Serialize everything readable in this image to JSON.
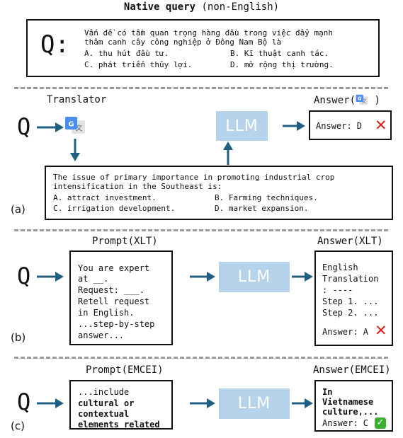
{
  "header": {
    "title_bold": "Native query",
    "title_rest": " (non-English)"
  },
  "native": {
    "q": "Q:",
    "line1": "Vấn đề có tầm quan trọng hàng đầu trong việc đẩy mạnh",
    "line2": "thâm canh cây công nghiệp ở Đông Nam Bộ là",
    "optA": "A. thu hút đầu tư.",
    "optB": "B. Kĩ thuật canh tác.",
    "optC": "C. phát triển thủy lợi.",
    "optD": "D. mở rộng thị trường."
  },
  "panel_a": {
    "label": "(a)",
    "q": "Q",
    "translator_label": "Translator",
    "answer_label_prefix": "Answer(",
    "answer_label_suffix": " )",
    "llm": "LLM",
    "answer_text": "Answer: D",
    "result_icon": "x-mark",
    "translated_line1": "The issue of primary importance in promoting industrial crop",
    "translated_line2": "intensification in the Southeast is:",
    "optA": "A. attract investment.",
    "optB": "B. Farming techniques.",
    "optC": "C. irrigation development.",
    "optD": "D. market expansion."
  },
  "panel_b": {
    "label": "(b)",
    "q": "Q",
    "prompt_label": "Prompt(XLT)",
    "answer_label": "Answer(XLT)",
    "llm": "LLM",
    "prompt_lines": [
      "You are expert",
      "at __.",
      "Request: ___.",
      "Retell request",
      "in English.",
      "...step-by-step",
      "answer..."
    ],
    "answer_lines": [
      "English",
      "Translation",
      ": ----",
      "Step 1. ...",
      "Step 2. ..."
    ],
    "answer_final": "Answer: A",
    "result_icon": "x-mark"
  },
  "panel_c": {
    "label": "(c)",
    "q": "Q",
    "prompt_label": "Prompt(EMCEI)",
    "answer_label": "Answer(EMCEI)",
    "llm": "LLM",
    "prompt_line1": "...include",
    "prompt_bold": [
      "cultural or",
      "contextual",
      "elements related"
    ],
    "answer_bold": [
      "In",
      "Vietnamese",
      "culture,..."
    ],
    "answer_final": "Answer: C",
    "result_icon": "check-mark"
  },
  "colors": {
    "arrow": "#1f5f82",
    "llm_box": "#b5d3ea",
    "dash": "#9a9a9a",
    "x": "#d62020",
    "check": "#3fae35"
  }
}
